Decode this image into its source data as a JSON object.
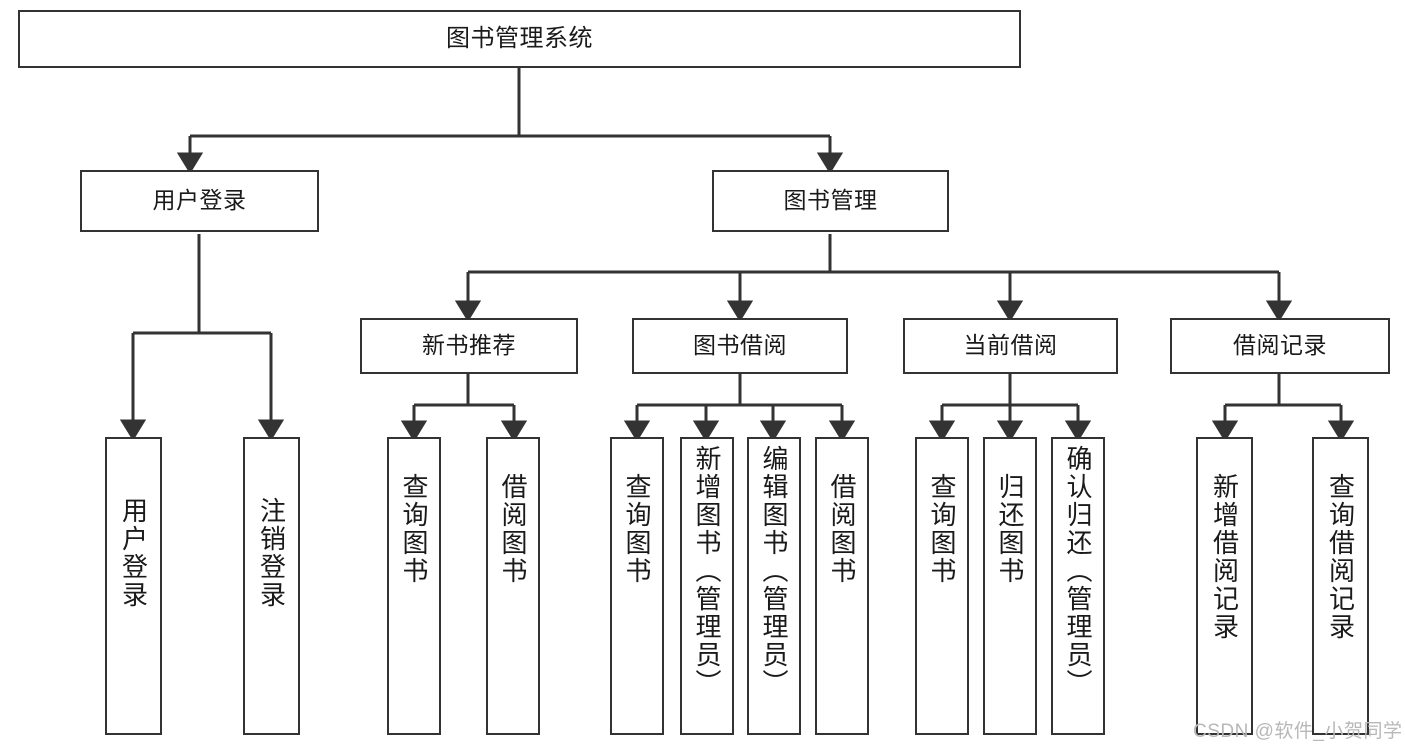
{
  "diagram": {
    "title": "图书管理系统",
    "type": "hierarchy-tree",
    "levels": 4,
    "colors": {
      "node_border": "#333333",
      "node_fill": "#ffffff",
      "edge": "#333333",
      "text": "#1a1a1a",
      "watermark": "#b8b8b8"
    },
    "root": {
      "label": "图书管理系统"
    },
    "level2": [
      {
        "label": "用户登录"
      },
      {
        "label": "图书管理"
      }
    ],
    "level3": [
      {
        "label": "新书推荐"
      },
      {
        "label": "图书借阅"
      },
      {
        "label": "当前借阅"
      },
      {
        "label": "借阅记录"
      }
    ],
    "leaves": {
      "user_login": [
        {
          "label": "用户登录"
        },
        {
          "label": "注销登录"
        }
      ],
      "new_book_recommend": [
        {
          "label": "查询图书"
        },
        {
          "label": "借阅图书"
        }
      ],
      "book_borrow": [
        {
          "label": "查询图书"
        },
        {
          "label": "新增图书（管理员）"
        },
        {
          "label": "编辑图书（管理员）"
        },
        {
          "label": "借阅图书"
        }
      ],
      "current_borrow": [
        {
          "label": "查询图书"
        },
        {
          "label": "归还图书"
        },
        {
          "label": "确认归还（管理员）"
        }
      ],
      "borrow_record": [
        {
          "label": "新增借阅记录"
        },
        {
          "label": "查询借阅记录"
        }
      ]
    }
  },
  "watermark": {
    "text": "CSDN @软件_小贺同学"
  }
}
